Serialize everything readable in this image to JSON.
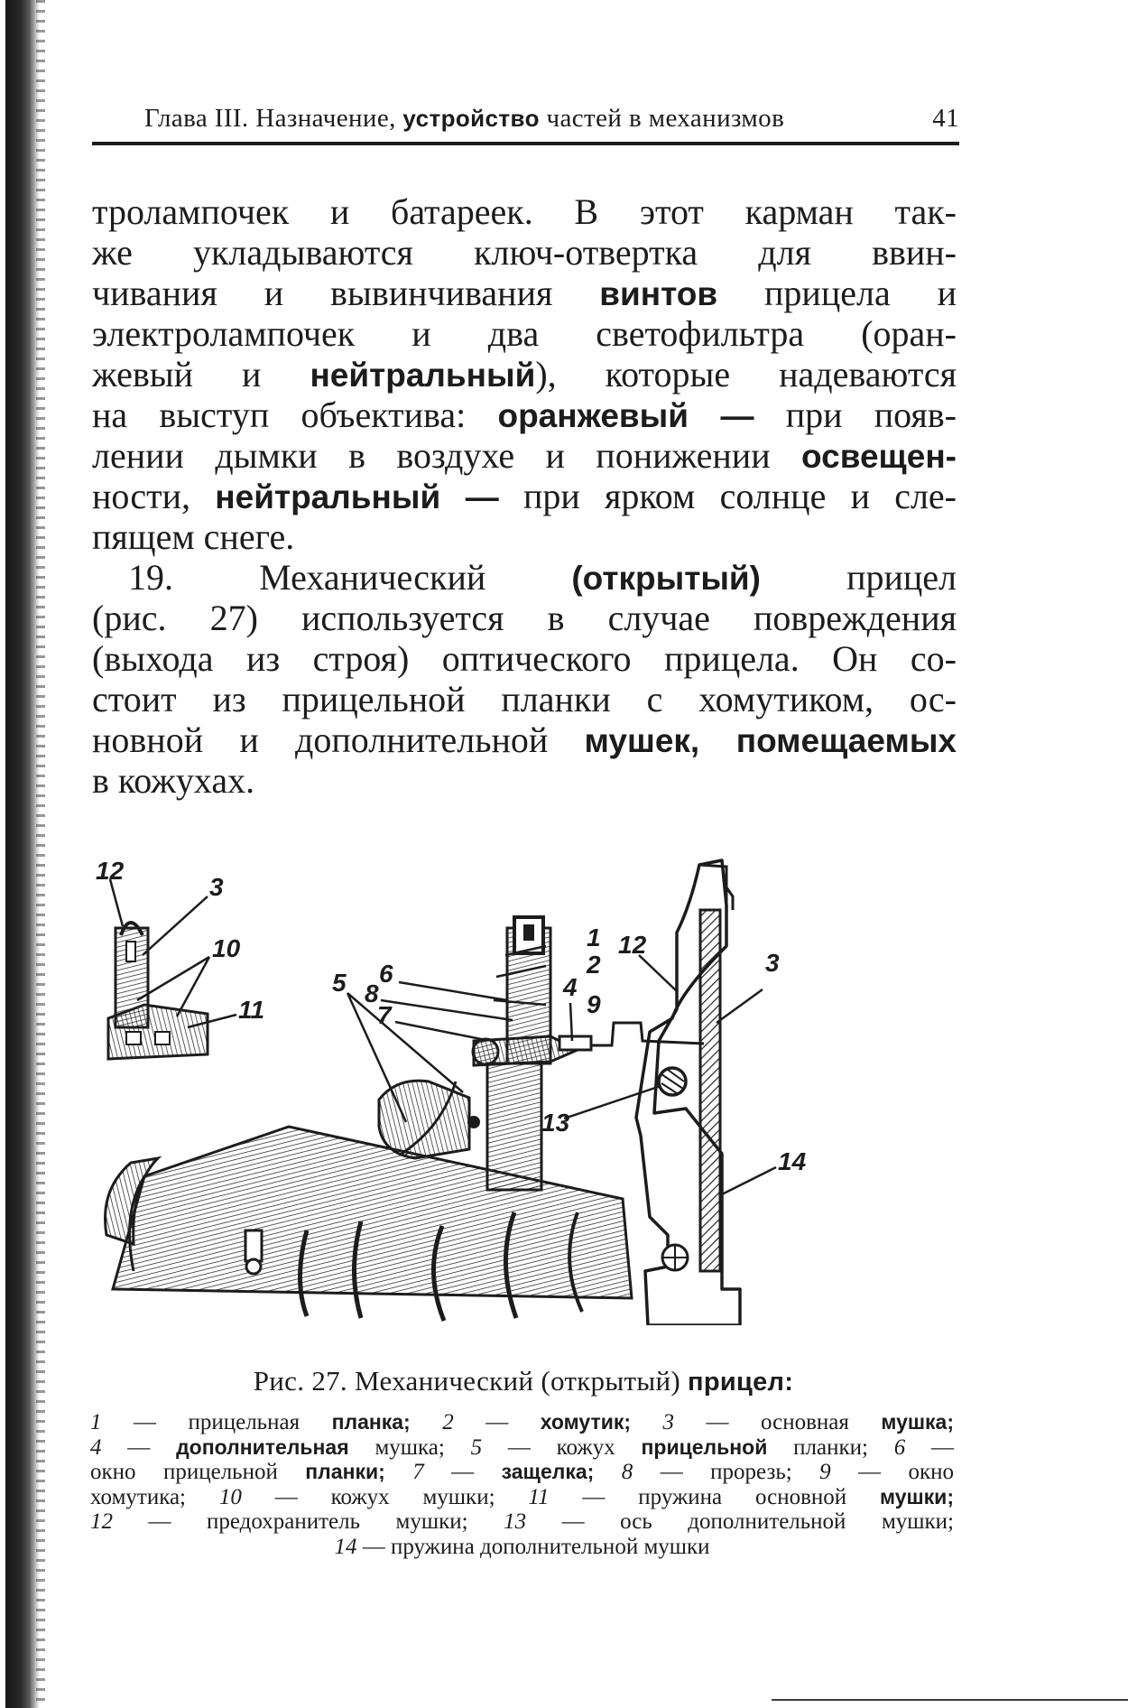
{
  "header": {
    "pre": "Глава III. Назначение,",
    "bold": "устройство",
    "post": "частей в механизмов",
    "page_number": "41"
  },
  "body": {
    "p1": [
      [
        "тролампочек и батареек. В этот карман так-"
      ],
      [
        "же укладываются ключ-отвертка для ввин-"
      ],
      [
        "чивания и вывинчивания ",
        {
          "b": "винтов"
        },
        " прицела и"
      ],
      [
        "электролампочек и два светофильтра (оран-"
      ],
      [
        "жевый и ",
        {
          "b": "нейтральный"
        },
        "), которые надеваются"
      ],
      [
        "на выступ объектива: ",
        {
          "b": "оранжевый —"
        },
        " при появ-"
      ],
      [
        "лении дымки в воздухе и понижении ",
        {
          "b": "освещен-"
        }
      ],
      [
        "ности, ",
        {
          "b": "нейтральный —"
        },
        " при ярком солнце и сле-"
      ],
      [
        "пящем снеге."
      ]
    ],
    "p2": [
      [
        "19. Механический ",
        {
          "b": "(открытый)"
        },
        " прицел"
      ],
      [
        "(рис. 27) используется в случае повреждения"
      ],
      [
        "(выхода из строя) оптического прицела. Он со-"
      ],
      [
        "стоит из прицельной планки с хомутиком, ос-"
      ],
      [
        "новной и дополнительной ",
        {
          "b": "мушек, помещаемых"
        }
      ],
      [
        "в кожухах."
      ]
    ]
  },
  "figure": {
    "labels_left": [
      "12",
      "3",
      "10",
      "11",
      "6",
      "1",
      "8",
      "2",
      "7",
      "9",
      "5"
    ],
    "labels_right": [
      "12",
      "3",
      "4",
      "13",
      "14"
    ]
  },
  "caption": {
    "text": "Рис. 27. Механический (открытый)",
    "bold": "прицел:"
  },
  "legend": [
    [
      {
        "i": "1"
      },
      " — прицельная ",
      {
        "b": "планка;"
      },
      " ",
      {
        "i": "2"
      },
      " — ",
      {
        "b": "хомутик;"
      },
      " ",
      {
        "i": "3"
      },
      " — основная ",
      {
        "b": "мушка;"
      }
    ],
    [
      {
        "i": "4"
      },
      " — ",
      {
        "b": "дополнительная"
      },
      " мушка; ",
      {
        "i": "5"
      },
      " — кожух ",
      {
        "b": "прицельной"
      },
      " планки; ",
      {
        "i": "6"
      },
      " —"
    ],
    [
      "окно прицельной ",
      {
        "b": "планки;"
      },
      " ",
      {
        "i": "7"
      },
      " — ",
      {
        "b": "защелка;"
      },
      " ",
      {
        "i": "8"
      },
      " — прорезь; ",
      {
        "i": "9"
      },
      " — окно"
    ],
    [
      "хомутика; ",
      {
        "i": "10"
      },
      " — кожух мушки; ",
      {
        "i": "11"
      },
      " — пружина основной ",
      {
        "b": "мушки;"
      }
    ],
    [
      {
        "i": "12"
      },
      " — предохранитель мушки; ",
      {
        "i": "13"
      },
      " — ось дополнительной мушки;"
    ],
    [
      {
        "i": "14"
      },
      " — пружина дополнительной мушки"
    ]
  ]
}
